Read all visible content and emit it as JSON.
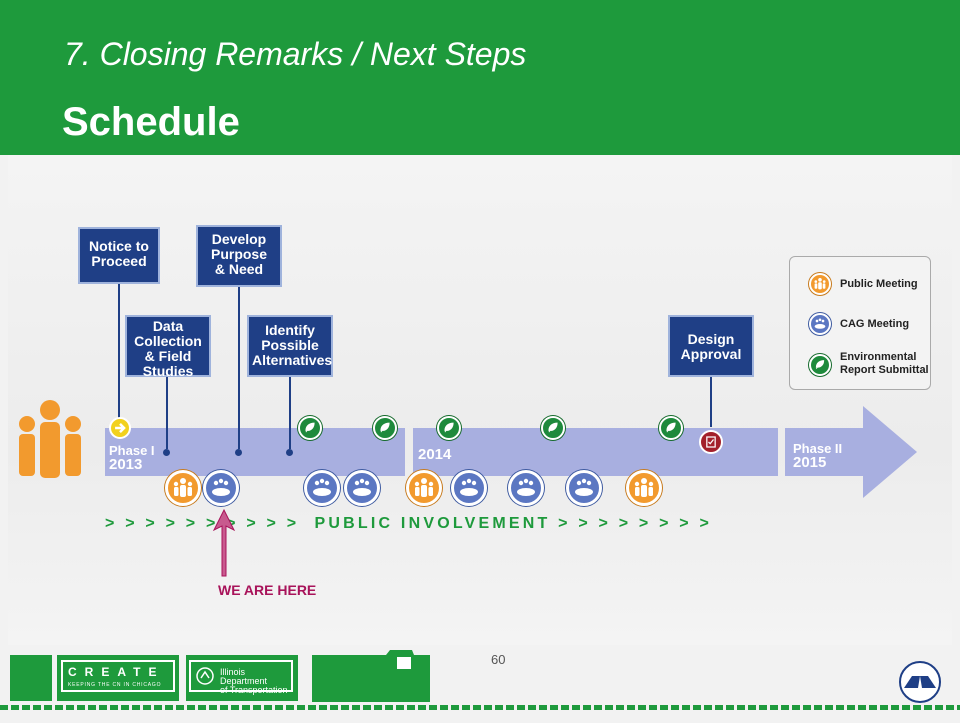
{
  "header": {
    "subtitle": "7. Closing Remarks / Next Steps",
    "title": "Schedule"
  },
  "milestones": [
    {
      "label": "Notice to\nProceed"
    },
    {
      "label": "Develop\nPurpose\n& Need"
    },
    {
      "label": "Data\nCollection\n& Field\nStudies"
    },
    {
      "label": "Identify\nPossible\nAlternatives"
    },
    {
      "label": "Design\nApproval"
    }
  ],
  "timeline": {
    "phase1_label": "Phase I",
    "year_2013": "2013",
    "year_2014": "2014",
    "phase2_label": "Phase II",
    "year_2015": "2015"
  },
  "public_involvement": "> > > > > > > > > >  PUBLIC INVOLVEMENT > > > > > > > >",
  "we_are_here": "WE ARE HERE",
  "legend": {
    "public_meeting": "Public Meeting",
    "cag_meeting": "CAG Meeting",
    "env_report": "Environmental\nReport Submittal"
  },
  "footer": {
    "page_number": "60",
    "create_text": "CREATE",
    "create_sub": "KEEPING THE CN IN CHICAGO",
    "idot_text": "Illinois Department\nof Transportation"
  },
  "colors": {
    "header_green": "#1e9a3c",
    "milestone_navy": "#1f3f86",
    "timeline_lavender": "#a8afe0",
    "public_meeting_orange": "#f29a2e",
    "cag_blue": "#5b77c2",
    "env_green": "#1e8a3c",
    "design_red": "#a3212b",
    "here_magenta": "#a8135a"
  }
}
